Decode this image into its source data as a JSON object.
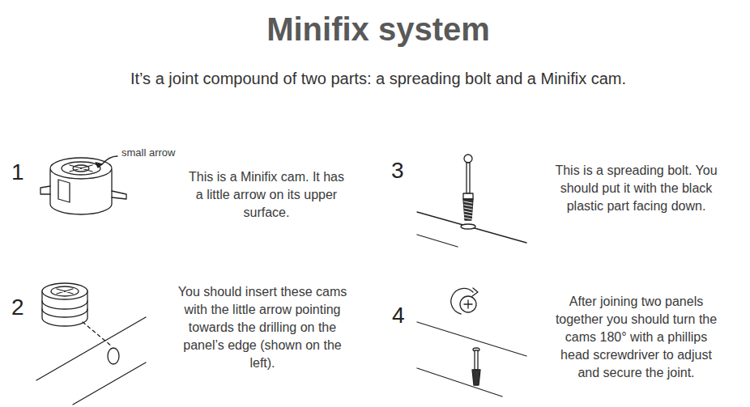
{
  "diagram": {
    "title": "Minifix system",
    "caption": "It’s a joint compound of two parts: a spreading bolt and a Minifix cam.",
    "labels": [
      "1",
      "small arrow",
      "This is a Minifix cam. It has a little arrow on its upper surface.",
      "3",
      "This is a spreading bolt. You should put it with the black plastic part facing down.",
      "2",
      "You should insert these cams with the little arrow pointing towards the drilling on the panel’s edge (shown on the left).",
      "4",
      "After joining two panels together you should turn the cams 180° with a phillips head screwdriver to adjust and secure the joint."
    ]
  }
}
